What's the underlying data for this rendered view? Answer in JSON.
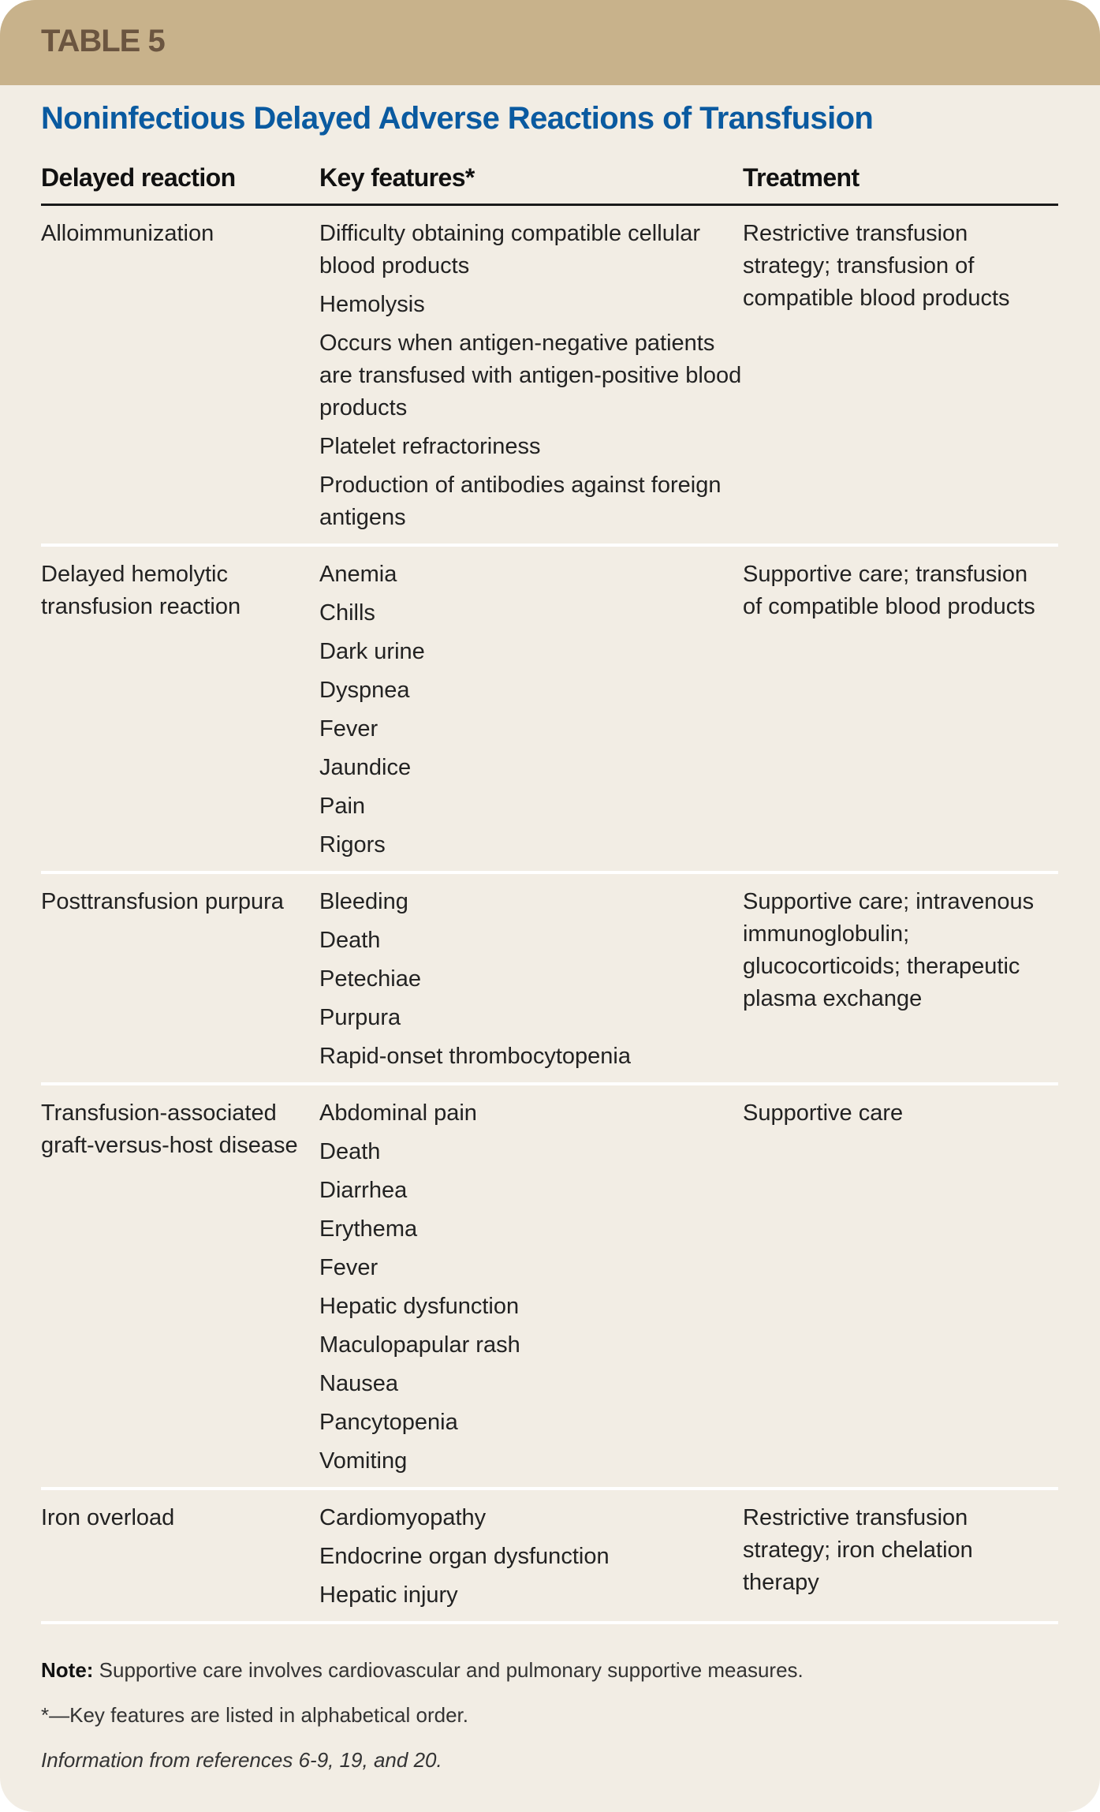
{
  "label": "TABLE 5",
  "title": "Noninfectious Delayed Adverse Reactions of Transfusion",
  "headers": [
    "Delayed reaction",
    "Key features*",
    "Treatment"
  ],
  "rows": [
    {
      "reaction": "Alloimmunization",
      "features": [
        "Difficulty obtaining compatible cellular blood products",
        "Hemolysis",
        "Occurs when antigen-negative patients are transfused with antigen-positive blood products",
        "Platelet refractoriness",
        "Production of antibodies against foreign antigens"
      ],
      "treatment": "Restrictive transfusion strategy; transfusion of compatible blood products"
    },
    {
      "reaction": "Delayed hemolytic transfusion reaction",
      "features": [
        "Anemia",
        "Chills",
        "Dark urine",
        "Dyspnea",
        "Fever",
        "Jaundice",
        "Pain",
        "Rigors"
      ],
      "treatment": "Supportive care; transfusion of compatible blood products"
    },
    {
      "reaction": "Posttransfusion purpura",
      "features": [
        "Bleeding",
        "Death",
        "Petechiae",
        "Purpura",
        "Rapid-onset thrombocytopenia"
      ],
      "treatment": "Supportive care; intravenous immunoglobulin; glucocorticoids; therapeutic plasma exchange"
    },
    {
      "reaction": "Transfusion-associated graft-versus-host disease",
      "features": [
        "Abdominal pain",
        "Death",
        "Diarrhea",
        "Erythema",
        "Fever",
        "Hepatic dysfunction",
        "Maculopapular rash",
        "Nausea",
        "Pancytopenia",
        "Vomiting"
      ],
      "treatment": "Supportive care"
    },
    {
      "reaction": "Iron overload",
      "features": [
        "Cardiomyopathy",
        "Endocrine organ dysfunction",
        "Hepatic injury"
      ],
      "treatment": "Restrictive transfusion strategy; iron chelation therapy"
    }
  ],
  "notes": {
    "note_label": "Note:",
    "note_text": " Supportive care involves cardiovascular and pulmonary supportive measures.",
    "footnote": "*—Key features are listed in alphabetical order.",
    "source": "Information from references 6-9, 19, and 20."
  },
  "colors": {
    "band": "#c8b28b",
    "title": "#0a5aa0",
    "background": "#f2ede4",
    "label": "#6b5540"
  }
}
